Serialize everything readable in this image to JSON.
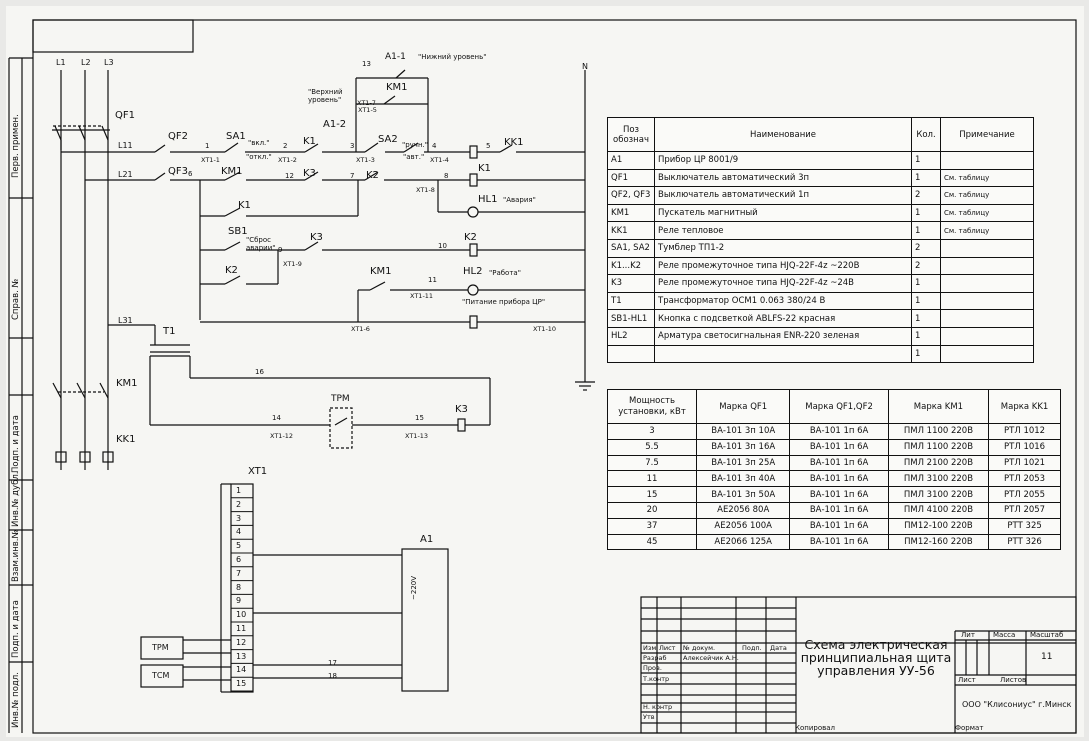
{
  "supply": {
    "phases": [
      "L1",
      "L2",
      "L3"
    ],
    "neutral": "N"
  },
  "labels": {
    "qf1": "QF1",
    "qf2": "QF2",
    "qf3": "QF3",
    "l11": "L11",
    "l21": "L21",
    "l31": "L31",
    "sa1": "SA1",
    "sa1_on": "\"вкл.\"",
    "sa1_off": "\"откл.\"",
    "sa2": "SA2",
    "sa2_man": "\"ручн.\"",
    "sa2_auto": "\"авт.\"",
    "a1_2": "A1-2",
    "a1_1": "A1-1",
    "low_level": "\"Нижний уровень\"",
    "upper_level": "\"Верхний\nуровень\"",
    "n13": "13",
    "km1": "KM1",
    "k1": "K1",
    "k2": "K2",
    "k3": "K3",
    "kk1": "KK1",
    "sb1": "SB1",
    "reset": "\"Сброс\nаварии\"",
    "hl1": "HL1",
    "hl1_txt": "\"Авария\"",
    "hl2": "HL2",
    "hl2_txt": "\"Работа\"",
    "power_txt": "\"Питание прибора ЦР\"",
    "t1": "T1",
    "trm": "ТРМ",
    "xt1": "XT1",
    "a1": "A1",
    "v220": "~220V",
    "km1_main": "KM1",
    "kk1_main": "KK1",
    "trm_box": "ТРМ",
    "tsm_box": "ТСМ",
    "nodes": [
      "1",
      "2",
      "3",
      "4",
      "5",
      "6",
      "7",
      "8",
      "9",
      "10",
      "11",
      "12",
      "14",
      "15",
      "16",
      "17",
      "18"
    ],
    "terminals": [
      "XT1-1",
      "XT1-2",
      "XT1-3",
      "XT1-4",
      "XT1-5",
      "XT1-6",
      "XT1-7",
      "XT1-8",
      "XT1-9",
      "XT1-10",
      "XT1-11",
      "XT1-12",
      "XT1-13"
    ],
    "terminal_strip": [
      "1",
      "2",
      "3",
      "4",
      "5",
      "6",
      "7",
      "8",
      "9",
      "10",
      "11",
      "12",
      "13",
      "14",
      "15"
    ]
  },
  "components_table": {
    "headers": [
      "Поз\nобознач",
      "Наименование",
      "Кол.",
      "Примечание"
    ],
    "rows": [
      [
        "A1",
        "Прибор ЦР 8001/9",
        "1",
        ""
      ],
      [
        "QF1",
        "Выключатель автоматический 3п",
        "1",
        "См. таблицу"
      ],
      [
        "QF2, QF3",
        "Выключатель автоматический 1п",
        "2",
        "См. таблицу"
      ],
      [
        "KM1",
        "Пускатель магнитный",
        "1",
        "См. таблицу"
      ],
      [
        "KK1",
        "Реле тепловое",
        "1",
        "См. таблицу"
      ],
      [
        "SA1, SA2",
        "Тумблер ТП1-2",
        "2",
        ""
      ],
      [
        "K1...K2",
        "Реле промежуточное типа HJQ-22F-4z ~220В",
        "2",
        ""
      ],
      [
        "K3",
        "Реле промежуточное типа HJQ-22F-4z ~24В",
        "1",
        ""
      ],
      [
        "T1",
        "Трансформатор ОСМ1 0.063 380/24 В",
        "1",
        ""
      ],
      [
        "SB1-HL1",
        "Кнопка с подсветкой ABLFS-22 красная",
        "1",
        ""
      ],
      [
        "HL2",
        "Арматура светосигнальная ENR-220 зеленая",
        "1",
        ""
      ],
      [
        "",
        "",
        "1",
        ""
      ]
    ]
  },
  "selection_table": {
    "headers": [
      "Мощность\nустановки, кВт",
      "Марка QF1",
      "Марка QF1,QF2",
      "Марка KM1",
      "Марка KK1"
    ],
    "rows": [
      [
        "3",
        "ВА-101 3п 10А",
        "ВА-101 1п 6А",
        "ПМЛ 1100 220В",
        "РТЛ 1012"
      ],
      [
        "5.5",
        "ВА-101 3п 16А",
        "ВА-101 1п 6А",
        "ПМЛ 1100 220В",
        "РТЛ 1016"
      ],
      [
        "7.5",
        "ВА-101 3п 25А",
        "ВА-101 1п 6А",
        "ПМЛ 2100 220В",
        "РТЛ 1021"
      ],
      [
        "11",
        "ВА-101 3п 40А",
        "ВА-101 1п 6А",
        "ПМЛ 3100 220В",
        "РТЛ 2053"
      ],
      [
        "15",
        "ВА-101 3п 50А",
        "ВА-101 1п 6А",
        "ПМЛ 3100 220В",
        "РТЛ 2055"
      ],
      [
        "20",
        "АЕ2056 80А",
        "ВА-101 1п 6А",
        "ПМЛ 4100 220В",
        "РТЛ 2057"
      ],
      [
        "37",
        "АЕ2056 100А",
        "ВА-101 1п 6А",
        "ПМ12-100 220В",
        "РТТ 325"
      ],
      [
        "45",
        "АЕ2066 125А",
        "ВА-101 1п 6А",
        "ПМ12-160 220В",
        "РТТ 326"
      ]
    ]
  },
  "title_block": {
    "title": "Схема электрическая\nпринципиальная щита\nуправления УУ-56",
    "col_izm": "Изм",
    "col_list": "Лист",
    "col_doc": "№ докум.",
    "col_podp": "Подп.",
    "col_data": "Дата",
    "razrab": "Разраб",
    "razrab_name": "Алексейчик А.Н.",
    "prov": "Пров.",
    "tkontr": "Т.контр",
    "nkontr": "Н. контр",
    "utv": "Утв",
    "lit": "Лит",
    "massa": "Масса",
    "masshtab": "Масштаб",
    "sheet_no": "11",
    "list": "Лист",
    "listov": "Листов",
    "company": "ООО \"Клисониус\" г.Минск",
    "kopiroval": "Копировал",
    "format": "Формат"
  },
  "side_stamp": [
    "Перв. примен.",
    "Справ. №",
    "Подп. и дата",
    "Инв.№ дубл.",
    "Взам.инв.№",
    "Подп. и дата",
    "Инв.№ подл."
  ]
}
